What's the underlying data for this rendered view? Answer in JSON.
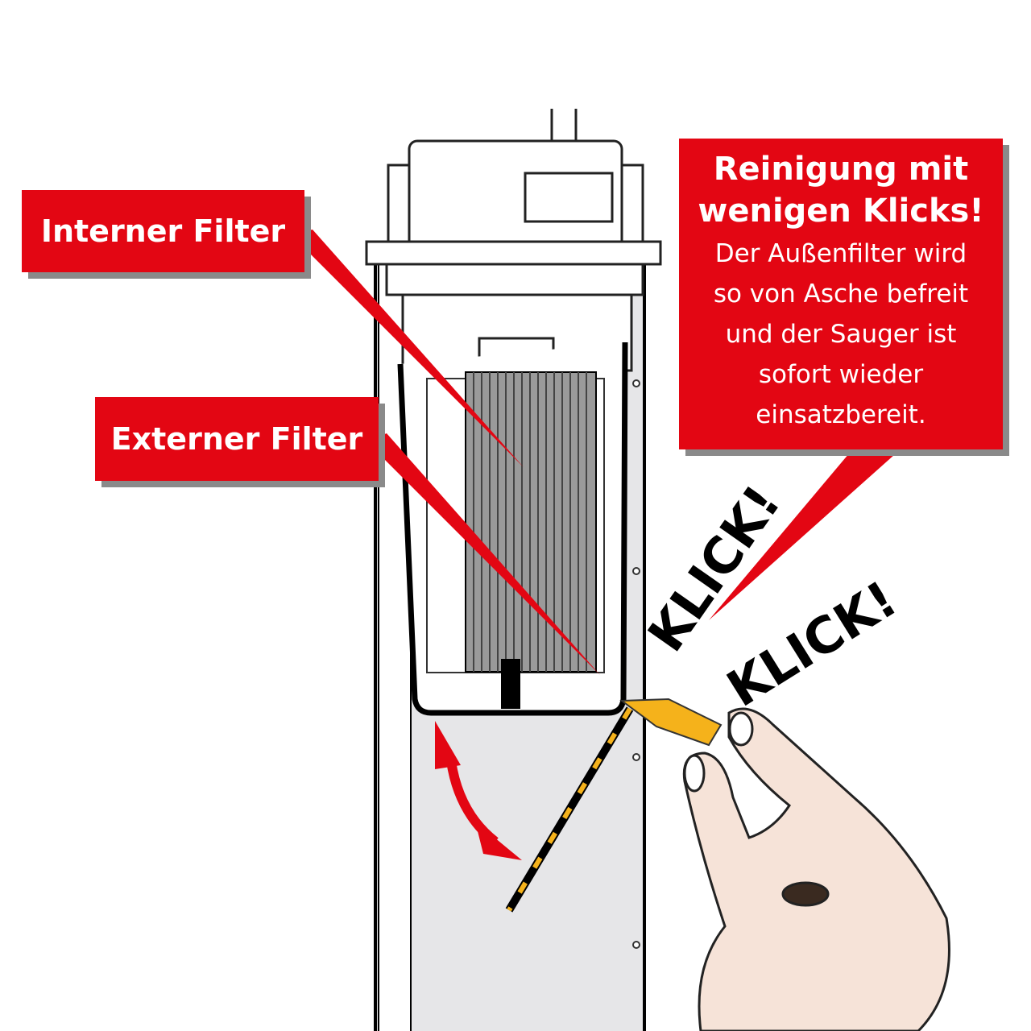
{
  "labels": {
    "internal_filter": "Interner Filter",
    "external_filter": "Externer Filter"
  },
  "callout": {
    "headline_1": "Reinigung mit",
    "headline_2": "wenigen Klicks!",
    "body": [
      "Der Außenfilter wird",
      "so von Asche befreit",
      "und der Sauger ist",
      "sofort wieder",
      "einsatzbereit."
    ]
  },
  "sound_effects": [
    "KLICK!",
    "KLICK!"
  ],
  "colors": {
    "label_red": "#e30613",
    "body_gray": "#e6e6e8",
    "lever_yellow": "#f5b21b"
  }
}
